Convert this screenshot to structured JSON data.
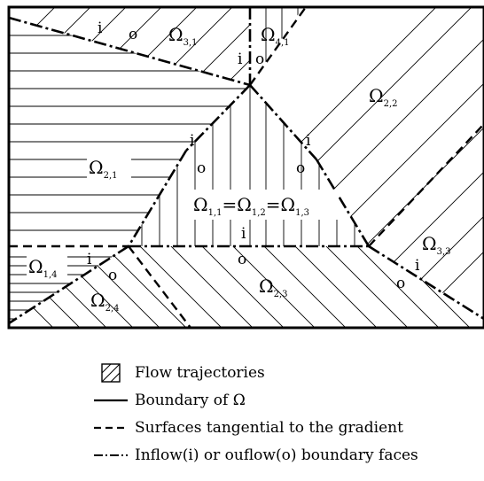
{
  "regions": [
    {
      "id": "omega-3-1",
      "base": "Ω",
      "sub": "3,1"
    },
    {
      "id": "omega-4-1",
      "base": "Ω",
      "sub": "4,1"
    },
    {
      "id": "omega-2-2",
      "base": "Ω",
      "sub": "2,2"
    },
    {
      "id": "omega-2-1",
      "base": "Ω",
      "sub": "2,1"
    },
    {
      "id": "omega-3-3",
      "base": "Ω",
      "sub": "3,3"
    },
    {
      "id": "omega-1-4",
      "base": "Ω",
      "sub": "1,4"
    },
    {
      "id": "omega-2-4",
      "base": "Ω",
      "sub": "2,4"
    },
    {
      "id": "omega-2-3",
      "base": "Ω",
      "sub": "2,3"
    }
  ],
  "center_label": {
    "parts": [
      {
        "base": "Ω",
        "sub": "1,1"
      },
      {
        "sep": "="
      },
      {
        "base": "Ω",
        "sub": "1,2"
      },
      {
        "sep": "="
      },
      {
        "base": "Ω",
        "sub": "1,3"
      }
    ]
  },
  "io_labels": {
    "inflow": "i",
    "outflow": "o"
  },
  "legend": {
    "items": [
      {
        "id": "flow-trajectories",
        "text": "Flow trajectories"
      },
      {
        "id": "boundary",
        "text": "Boundary of Ω"
      },
      {
        "id": "tangential",
        "text": "Surfaces tangential to the gradient"
      },
      {
        "id": "inflow-outflow",
        "text": "Inflow(i) or ouflow(o) boundary faces"
      }
    ]
  }
}
